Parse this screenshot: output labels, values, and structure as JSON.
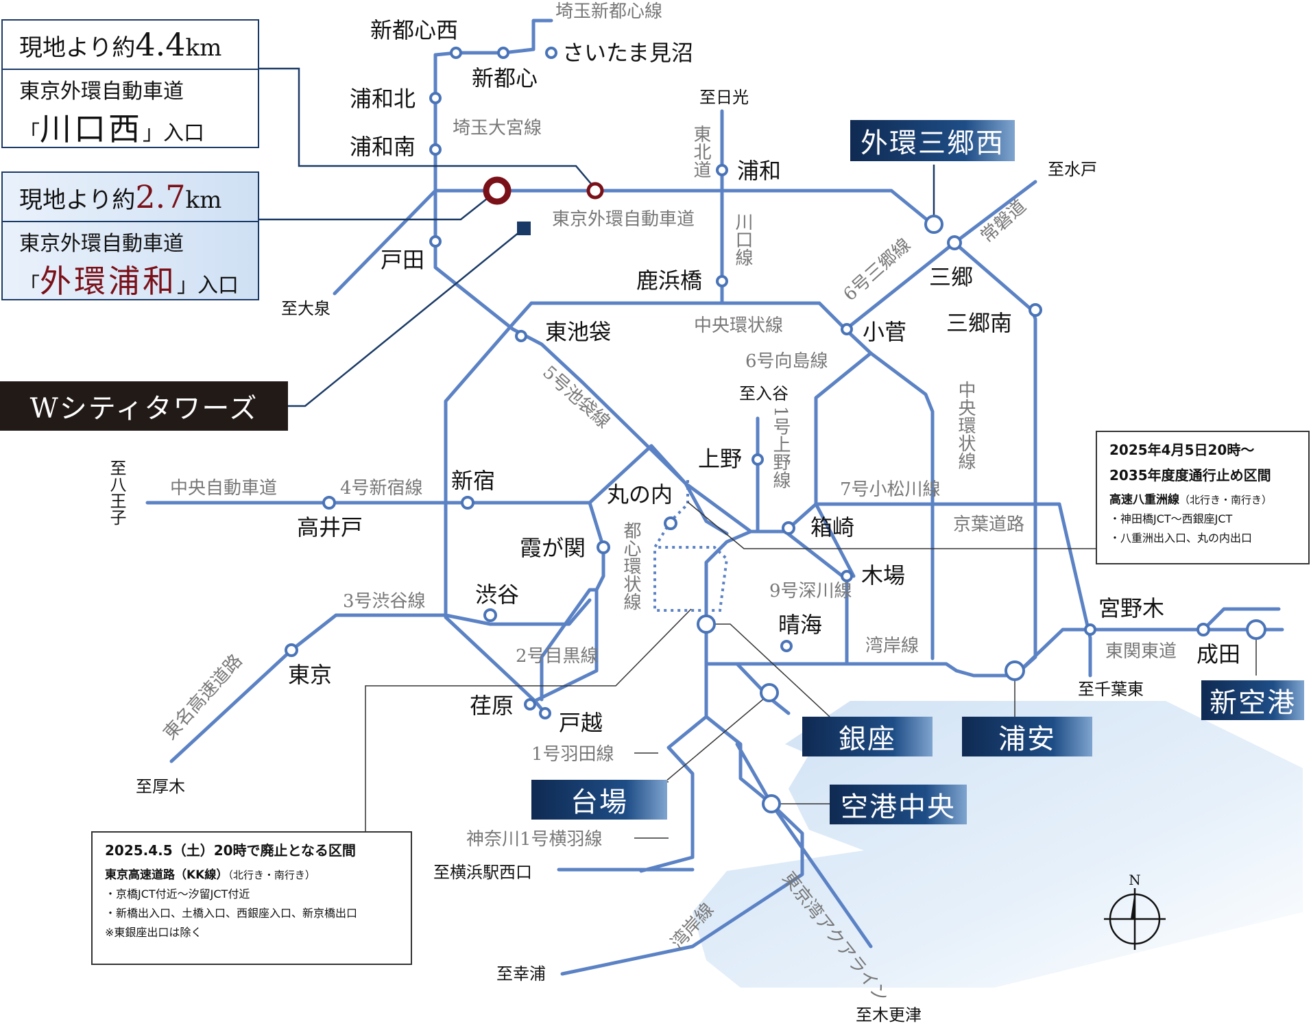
{
  "colors": {
    "road": "#5b82c4",
    "node": "#4a74b8",
    "leader": "#1a3a66",
    "ic_red": "#7a1018",
    "water": "#cfe1f4"
  },
  "stations": [
    {
      "id": "shintoshin-nishi",
      "label": "新都心西"
    },
    {
      "id": "shintoshin",
      "label": "新都心"
    },
    {
      "id": "saitama-minuma",
      "label": "さいたま見沼"
    },
    {
      "id": "urawa-kita",
      "label": "浦和北"
    },
    {
      "id": "urawa-minami",
      "label": "浦和南"
    },
    {
      "id": "toda",
      "label": "戸田"
    },
    {
      "id": "urawa",
      "label": "浦和"
    },
    {
      "id": "kanuki",
      "label": "鹿浜橋"
    },
    {
      "id": "higashi-ikebukuro",
      "label": "東池袋"
    },
    {
      "id": "kosuge",
      "label": "小菅"
    },
    {
      "id": "misato",
      "label": "三郷"
    },
    {
      "id": "misato-minami",
      "label": "三郷南"
    },
    {
      "id": "shinjuku",
      "label": "新宿"
    },
    {
      "id": "takaido",
      "label": "高井戸"
    },
    {
      "id": "ueno",
      "label": "上野"
    },
    {
      "id": "marunouchi",
      "label": "丸の内"
    },
    {
      "id": "kasumigaseki",
      "label": "霞が関"
    },
    {
      "id": "hakozaki",
      "label": "箱崎"
    },
    {
      "id": "kiba",
      "label": "木場"
    },
    {
      "id": "shibuya",
      "label": "渋谷"
    },
    {
      "id": "tokyo",
      "label": "東京"
    },
    {
      "id": "harumi",
      "label": "晴海"
    },
    {
      "id": "ebara",
      "label": "荏原"
    },
    {
      "id": "togoshi",
      "label": "戸越"
    },
    {
      "id": "miyanogi",
      "label": "宮野木"
    },
    {
      "id": "narita",
      "label": "成田"
    }
  ],
  "routes": [
    {
      "id": "saitama-shintoshin",
      "label": "埼玉新都心線"
    },
    {
      "id": "saitama-omiya",
      "label": "埼玉大宮線"
    },
    {
      "id": "gaikan",
      "label": "東京外環自動車道"
    },
    {
      "id": "tohoku",
      "label": "東北道"
    },
    {
      "id": "kawaguchi",
      "label": "川口線"
    },
    {
      "id": "joban",
      "label": "常磐道"
    },
    {
      "id": "misato6",
      "label": "6号三郷線"
    },
    {
      "id": "c2",
      "label": "中央環状線"
    },
    {
      "id": "mukojima",
      "label": "6号向島線"
    },
    {
      "id": "ikebukuro5",
      "label": "5号池袋線"
    },
    {
      "id": "ueno1",
      "label": "1号上野線"
    },
    {
      "id": "c2v",
      "label": "中央環状線"
    },
    {
      "id": "chuo",
      "label": "中央自動車道"
    },
    {
      "id": "shinjuku4",
      "label": "4号新宿線"
    },
    {
      "id": "komatsugawa",
      "label": "7号小松川線"
    },
    {
      "id": "keiyo",
      "label": "京葉道路"
    },
    {
      "id": "toshin",
      "label": "都心環状線"
    },
    {
      "id": "fukagawa",
      "label": "9号深川線"
    },
    {
      "id": "shibuya3",
      "label": "3号渋谷線"
    },
    {
      "id": "meguro",
      "label": "2号目黒線"
    },
    {
      "id": "wangan",
      "label": "湾岸線"
    },
    {
      "id": "tomei",
      "label": "東名高速道路"
    },
    {
      "id": "keikan",
      "label": "東関東道"
    },
    {
      "id": "haneda",
      "label": "1号羽田線"
    },
    {
      "id": "yokohane",
      "label": "神奈川1号横羽線"
    },
    {
      "id": "wangan2",
      "label": "湾岸線"
    },
    {
      "id": "aqua",
      "label": "東京湾アクアライン"
    }
  ],
  "directions": [
    {
      "id": "nikko",
      "label": "至日光"
    },
    {
      "id": "mito",
      "label": "至水戸"
    },
    {
      "id": "oizumi",
      "label": "至大泉"
    },
    {
      "id": "iriya",
      "label": "至入谷"
    },
    {
      "id": "hachioji",
      "label": "至八王子"
    },
    {
      "id": "chibahigashi",
      "label": "至千葉東"
    },
    {
      "id": "atsugi",
      "label": "至厚木"
    },
    {
      "id": "yokohama",
      "label": "至横浜駅西口"
    },
    {
      "id": "kokoura",
      "label": "至幸浦"
    },
    {
      "id": "kisarazu",
      "label": "至木更津"
    }
  ],
  "hubs": {
    "gaikan_misato": "外環三郷西",
    "ginza": "銀座",
    "urayasu": "浦安",
    "daiba": "台場",
    "airport": "空港中央",
    "shinkuko": "新空港"
  },
  "property": {
    "label": "Wシティタワーズ"
  },
  "ic1": {
    "prefix": "現地より約",
    "distance": "4.4",
    "unit": "km",
    "road": "東京外環自動車道",
    "open": "「",
    "name": "川口西",
    "close": "」",
    "suffix": "入口"
  },
  "ic2": {
    "prefix": "現地より約",
    "distance": "2.7",
    "unit": "km",
    "road": "東京外環自動車道",
    "open": "「",
    "name": "外環浦和",
    "close": "」",
    "suffix": "入口"
  },
  "note_yaesu": {
    "title1": "2025年4月5日20時～",
    "title2": "2035年度度通行止め区間",
    "sub_a": "高速八重洲線",
    "sub_b": "（北行き・南行き）",
    "items": [
      "・神田橋JCT～西銀座JCT",
      "・八重洲出入口、丸の内出口"
    ]
  },
  "note_kk": {
    "title": "2025.4.5（土）20時で廃止となる区間",
    "sub_a": "東京高速道路（KK線）",
    "sub_b": "（北行き・南行き）",
    "items": [
      "・京橋JCT付近～汐留JCT付近",
      "・新橋出入口、土橋入口、西銀座入口、新京橋出口",
      "※東銀座出口は除く"
    ]
  },
  "compass": {
    "north": "N"
  }
}
